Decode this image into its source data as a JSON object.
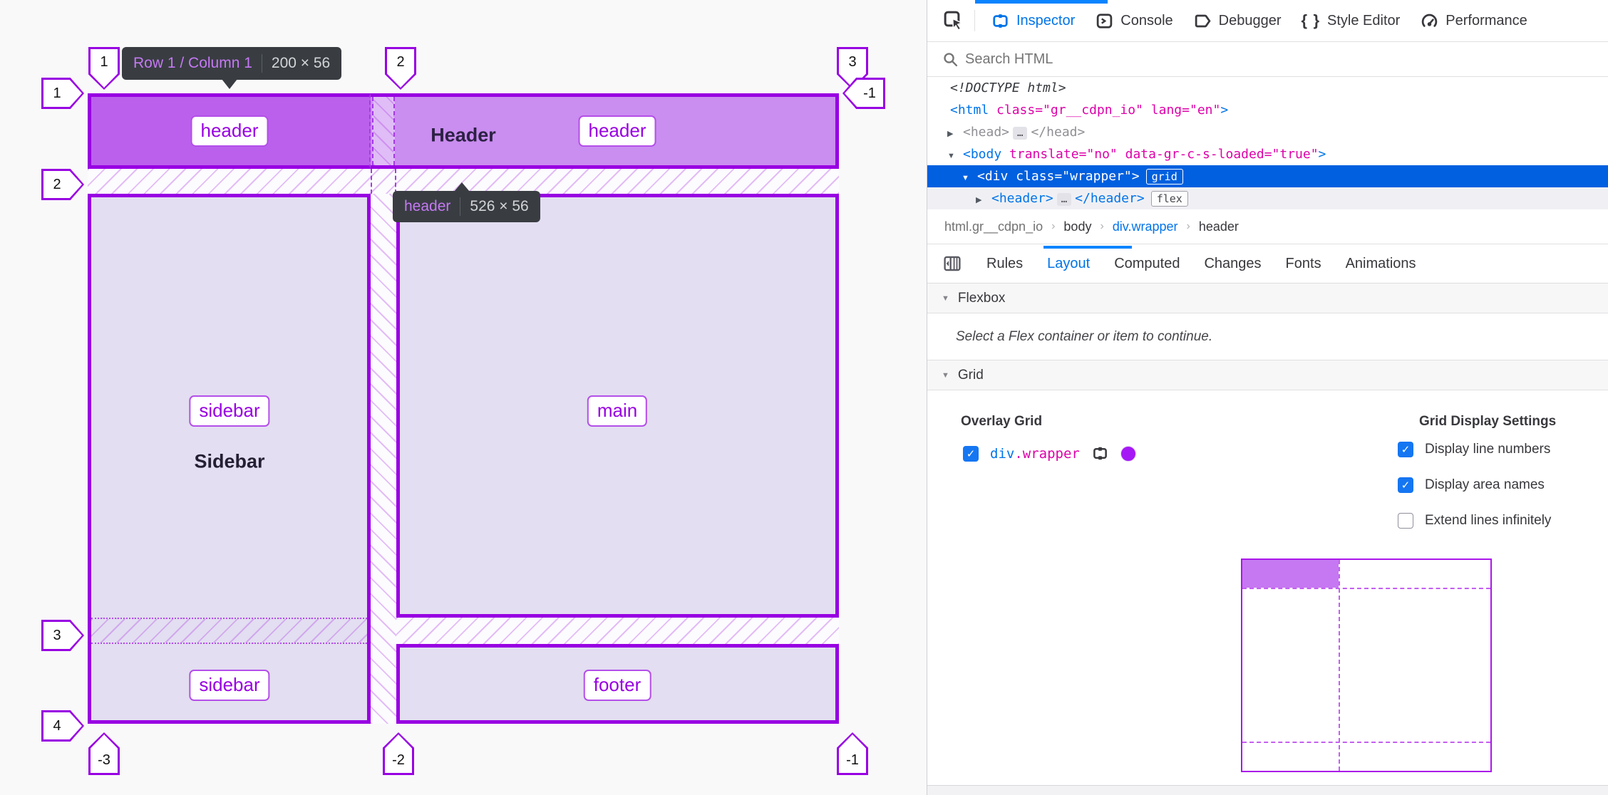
{
  "colors": {
    "accent_blue": "#0074e8",
    "selection_blue": "#0060df",
    "grid_purple": "#9800e2",
    "swatch_purple": "#a518f5"
  },
  "overlay": {
    "tooltip_cell": {
      "label": "Row 1 / Column 1",
      "size": "200 × 56"
    },
    "tooltip_header": {
      "label": "header",
      "size": "526 × 56"
    },
    "content": {
      "header_text": "Header",
      "sidebar_text": "Sidebar"
    },
    "area_labels": [
      "header",
      "header",
      "sidebar",
      "main",
      "sidebar",
      "footer"
    ],
    "line_numbers": {
      "top": [
        "1",
        "2",
        "3"
      ],
      "left": [
        "1",
        "2",
        "3",
        "4"
      ],
      "right": [
        "-1"
      ],
      "bottom": [
        "-3",
        "-2",
        "-1"
      ]
    }
  },
  "devtools": {
    "toolbar": {
      "tabs": [
        {
          "label": "Inspector",
          "icon": "inspector",
          "active": true
        },
        {
          "label": "Console",
          "icon": "console",
          "active": false
        },
        {
          "label": "Debugger",
          "icon": "debugger",
          "active": false
        },
        {
          "label": "Style Editor",
          "icon": "braces",
          "active": false
        },
        {
          "label": "Performance",
          "icon": "gauge",
          "active": false
        }
      ]
    },
    "search": {
      "placeholder": "Search HTML"
    },
    "markup": {
      "lines": [
        {
          "name": "doctype",
          "indent": 0,
          "twisty": "",
          "segs": [
            {
              "t": "<!DOCTYPE html>",
              "c": "tk-doctype"
            }
          ]
        },
        {
          "name": "html-open",
          "indent": 0,
          "twisty": "",
          "segs": [
            {
              "t": "<html",
              "c": "tk-tag"
            },
            {
              "t": " ",
              "c": "tk-plain"
            },
            {
              "t": "class",
              "c": "tk-attr"
            },
            {
              "t": "=\"gr__cdpn_io\"",
              "c": "tk-val"
            },
            {
              "t": " ",
              "c": "tk-plain"
            },
            {
              "t": "lang",
              "c": "tk-attr"
            },
            {
              "t": "=\"en\"",
              "c": "tk-val"
            },
            {
              "t": ">",
              "c": "tk-tag"
            }
          ]
        },
        {
          "name": "head",
          "indent": 1,
          "twisty": "collapsed",
          "segs": [
            {
              "t": "<head>",
              "c": "tk-dim"
            },
            {
              "t": "…",
              "c": "tk-pill"
            },
            {
              "t": "</head>",
              "c": "tk-dim"
            }
          ]
        },
        {
          "name": "body-open",
          "indent": 1,
          "twisty": "expanded",
          "segs": [
            {
              "t": "<body",
              "c": "tk-tag"
            },
            {
              "t": " ",
              "c": "tk-plain"
            },
            {
              "t": "translate",
              "c": "tk-attr"
            },
            {
              "t": "=\"no\"",
              "c": "tk-val"
            },
            {
              "t": " ",
              "c": "tk-plain"
            },
            {
              "t": "data-gr-c-s-loaded",
              "c": "tk-attr"
            },
            {
              "t": "=\"true\"",
              "c": "tk-val"
            },
            {
              "t": ">",
              "c": "tk-tag"
            }
          ]
        },
        {
          "name": "div-wrapper",
          "indent": 2,
          "twisty": "expanded",
          "selected": true,
          "segs": [
            {
              "t": "<div",
              "c": "tk-tag"
            },
            {
              "t": " ",
              "c": "tk-plain"
            },
            {
              "t": "class",
              "c": "tk-attr"
            },
            {
              "t": "=\"wrapper\"",
              "c": "tk-val"
            },
            {
              "t": ">",
              "c": "tk-tag"
            },
            {
              "t": "grid",
              "c": "badge badge-grid"
            }
          ]
        },
        {
          "name": "header",
          "indent": 3,
          "twisty": "collapsed",
          "hovered": true,
          "segs": [
            {
              "t": "<header>",
              "c": "tk-tag"
            },
            {
              "t": "…",
              "c": "tk-pill"
            },
            {
              "t": "</header>",
              "c": "tk-tag"
            },
            {
              "t": "flex",
              "c": "badge badge-flex"
            }
          ]
        }
      ]
    },
    "breadcrumb": [
      {
        "label": "html.gr__cdpn_io",
        "state": "dim"
      },
      {
        "label": "body",
        "state": ""
      },
      {
        "label": "div.wrapper",
        "state": "active"
      },
      {
        "label": "header",
        "state": ""
      }
    ],
    "sidebar_tabs": [
      {
        "label": "Rules",
        "active": false
      },
      {
        "label": "Layout",
        "active": true
      },
      {
        "label": "Computed",
        "active": false
      },
      {
        "label": "Changes",
        "active": false
      },
      {
        "label": "Fonts",
        "active": false
      },
      {
        "label": "Animations",
        "active": false
      }
    ],
    "flexbox": {
      "title": "Flexbox",
      "message": "Select a Flex container or item to continue."
    },
    "grid": {
      "title": "Grid",
      "overlay_grid_title": "Overlay Grid",
      "overlay_item": {
        "tag": "div",
        "cls": ".wrapper",
        "checked": true
      },
      "settings_title": "Grid Display Settings",
      "settings": [
        {
          "label": "Display line numbers",
          "checked": true
        },
        {
          "label": "Display area names",
          "checked": true
        },
        {
          "label": "Extend lines infinitely",
          "checked": false
        }
      ]
    }
  }
}
